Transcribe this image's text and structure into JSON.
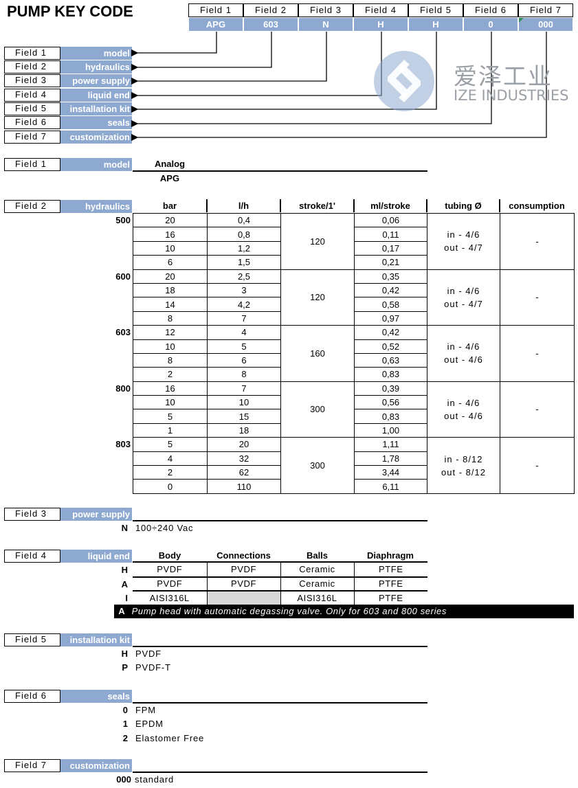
{
  "title": "PUMP KEY CODE",
  "key_code": {
    "fields": [
      {
        "label": "Field 1",
        "value": "APG"
      },
      {
        "label": "Field 2",
        "value": "603"
      },
      {
        "label": "Field 3",
        "value": "N"
      },
      {
        "label": "Field 4",
        "value": "H"
      },
      {
        "label": "Field 5",
        "value": "H"
      },
      {
        "label": "Field 6",
        "value": "0"
      },
      {
        "label": "Field 7",
        "value": "000"
      }
    ]
  },
  "legend": [
    {
      "label": "Field 1",
      "name": "model"
    },
    {
      "label": "Field 2",
      "name": "hydraulics"
    },
    {
      "label": "Field 3",
      "name": "power supply"
    },
    {
      "label": "Field 4",
      "name": "liquid end"
    },
    {
      "label": "Field 5",
      "name": "installation kit"
    },
    {
      "label": "Field 6",
      "name": "seals"
    },
    {
      "label": "Field 7",
      "name": "customization"
    }
  ],
  "logo": {
    "cn": "爱泽工业",
    "en": "IZE INDUSTRIES"
  },
  "field1": {
    "label": "Field 1",
    "name": "model",
    "header": "Analog",
    "value": "APG"
  },
  "field2": {
    "label": "Field 2",
    "name": "hydraulics",
    "headers": [
      "bar",
      "l/h",
      "stroke/1'",
      "ml/stroke",
      "tubing Ø",
      "consumption"
    ],
    "groups": [
      {
        "code": "500",
        "stroke": "120",
        "tubing_in": "in - 4/6",
        "tubing_out": "out - 4/7",
        "consumption": "-",
        "rows": [
          [
            "20",
            "0,4",
            "0,06"
          ],
          [
            "16",
            "0,8",
            "0,11"
          ],
          [
            "10",
            "1,2",
            "0,17"
          ],
          [
            "6",
            "1,5",
            "0,21"
          ]
        ]
      },
      {
        "code": "600",
        "stroke": "120",
        "tubing_in": "in - 4/6",
        "tubing_out": "out - 4/7",
        "consumption": "-",
        "rows": [
          [
            "20",
            "2,5",
            "0,35"
          ],
          [
            "18",
            "3",
            "0,42"
          ],
          [
            "14",
            "4,2",
            "0,58"
          ],
          [
            "8",
            "7",
            "0,97"
          ]
        ]
      },
      {
        "code": "603",
        "stroke": "160",
        "tubing_in": "in - 4/6",
        "tubing_out": "out - 4/6",
        "consumption": "-",
        "rows": [
          [
            "12",
            "4",
            "0,42"
          ],
          [
            "10",
            "5",
            "0,52"
          ],
          [
            "8",
            "6",
            "0,63"
          ],
          [
            "2",
            "8",
            "0,83"
          ]
        ]
      },
      {
        "code": "800",
        "stroke": "300",
        "tubing_in": "in - 4/6",
        "tubing_out": "out - 4/6",
        "consumption": "-",
        "rows": [
          [
            "16",
            "7",
            "0,39"
          ],
          [
            "10",
            "10",
            "0,56"
          ],
          [
            "5",
            "15",
            "0,83"
          ],
          [
            "1",
            "18",
            "1,00"
          ]
        ]
      },
      {
        "code": "803",
        "stroke": "300",
        "tubing_in": "in - 8/12",
        "tubing_out": "out - 8/12",
        "consumption": "-",
        "rows": [
          [
            "5",
            "20",
            "1,11"
          ],
          [
            "4",
            "32",
            "1,78"
          ],
          [
            "2",
            "62",
            "3,44"
          ],
          [
            "0",
            "110",
            "6,11"
          ]
        ]
      }
    ]
  },
  "field3": {
    "label": "Field 3",
    "name": "power supply",
    "options": [
      {
        "code": "N",
        "text": "100÷240 Vac"
      }
    ]
  },
  "field4": {
    "label": "Field 4",
    "name": "liquid end",
    "headers": [
      "Body",
      "Connections",
      "Balls",
      "Diaphragm"
    ],
    "rows": [
      {
        "code": "H",
        "cells": [
          "PVDF",
          "PVDF",
          "Ceramic",
          "PTFE"
        ]
      },
      {
        "code": "A",
        "cells": [
          "PVDF",
          "PVDF",
          "Ceramic",
          "PTFE"
        ]
      },
      {
        "code": "I",
        "cells": [
          "AISI316L",
          "",
          "AISI316L",
          "PTFE"
        ]
      }
    ],
    "note_code": "A",
    "note_text": "Pump head with automatic degassing valve. Only for 603 and 800 series"
  },
  "field5": {
    "label": "Field 5",
    "name": "installation kit",
    "options": [
      {
        "code": "H",
        "text": "PVDF"
      },
      {
        "code": "P",
        "text": "PVDF-T"
      }
    ]
  },
  "field6": {
    "label": "Field 6",
    "name": "seals",
    "options": [
      {
        "code": "0",
        "text": "FPM"
      },
      {
        "code": "1",
        "text": "EPDM"
      },
      {
        "code": "2",
        "text": "Elastomer Free"
      }
    ]
  },
  "field7": {
    "label": "Field 7",
    "name": "customization",
    "options": [
      {
        "code": "000",
        "text": "standard"
      }
    ]
  },
  "colors": {
    "header_blue": "#8ea9d0",
    "disabled_gray": "#d9d9d9",
    "logo_gray": "#9aa0a6",
    "logo_blue": "#8ea9d0"
  }
}
